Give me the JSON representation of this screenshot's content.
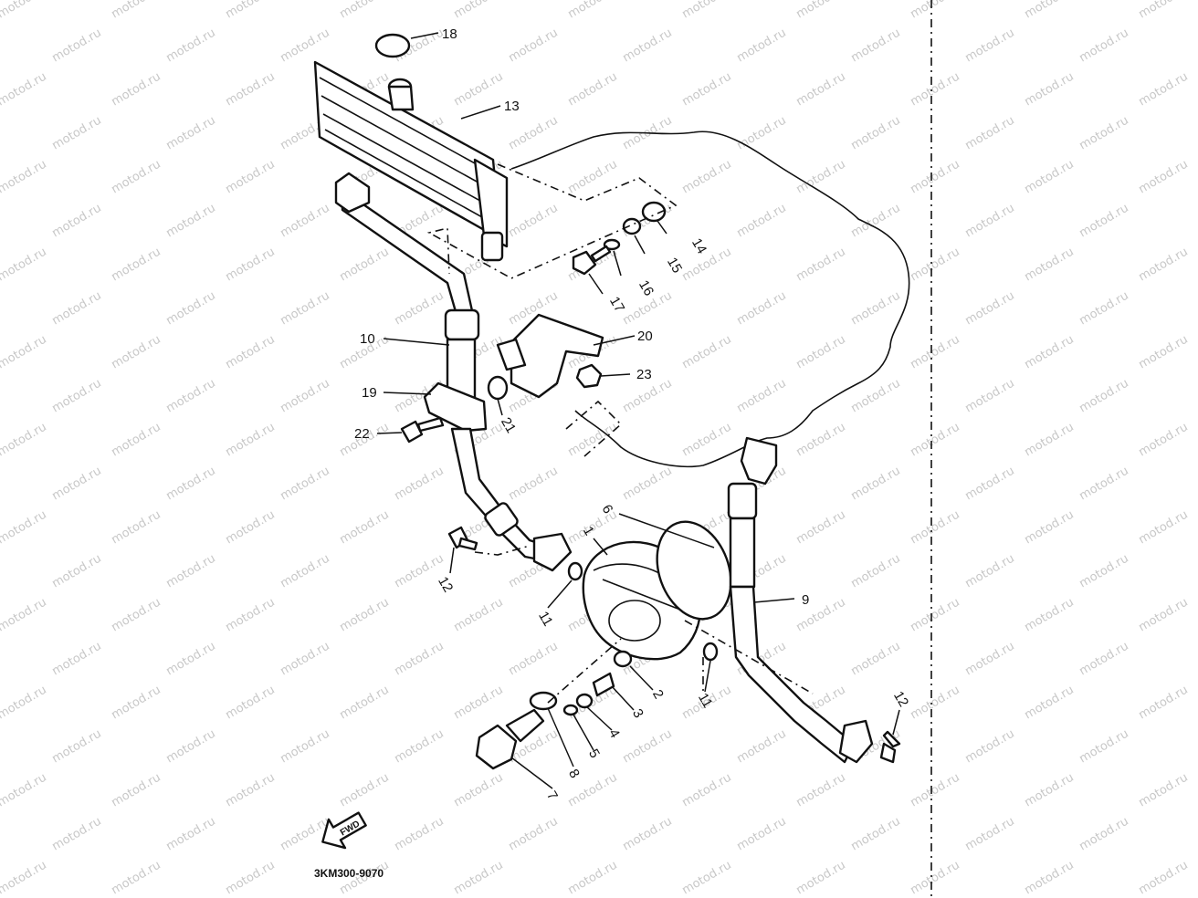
{
  "watermark": "motod.ru",
  "diagram_code": "3KM300-9070",
  "front_arrow": "FWD",
  "callouts": {
    "c1": "1",
    "c2": "2",
    "c3": "3",
    "c4": "4",
    "c5": "5",
    "c6": "6",
    "c7": "7",
    "c8": "8",
    "c9": "9",
    "c10": "10",
    "c11a": "11",
    "c11b": "11",
    "c12a": "12",
    "c12b": "12",
    "c13": "13",
    "c14": "14",
    "c15": "15",
    "c16": "16",
    "c17": "17",
    "c18": "18",
    "c19": "19",
    "c20": "20",
    "c21": "21",
    "c22": "22",
    "c23": "23"
  }
}
